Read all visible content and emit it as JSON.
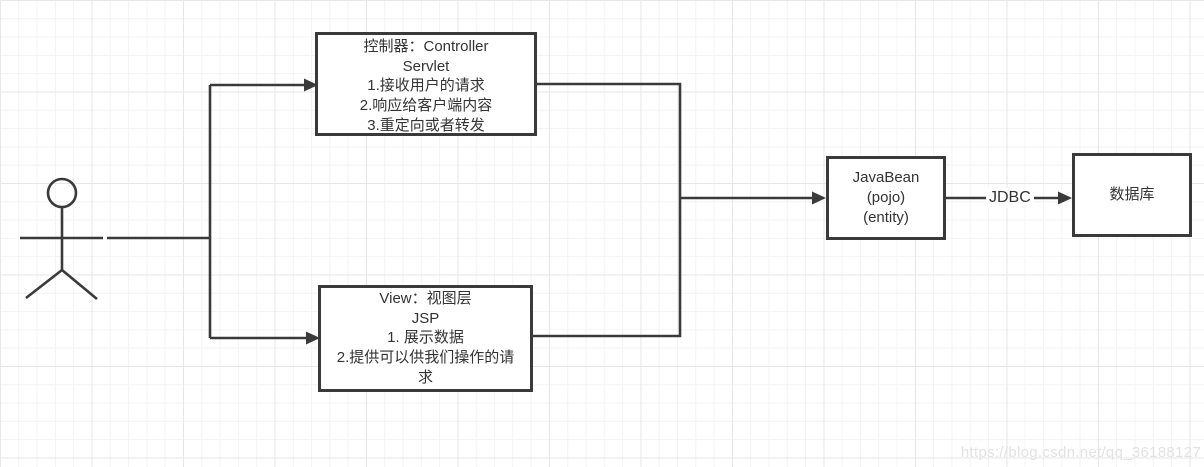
{
  "diagram": {
    "title_hint": "MVC architecture flow diagram",
    "actor": {
      "name": "user-stick-figure"
    },
    "nodes": {
      "controller": {
        "lines": [
          "控制器：Controller",
          "Servlet",
          "1.接收用户的请求",
          "2.响应给客户端内容",
          "3.重定向或者转发"
        ]
      },
      "view": {
        "lines": [
          "View：视图层",
          "JSP",
          "1. 展示数据",
          "2.提供可以供我们操作的请求"
        ]
      },
      "javabean": {
        "lines": [
          "JavaBean",
          "(pojo)",
          "(entity)"
        ]
      },
      "database": {
        "label": "数据库"
      }
    },
    "edges": {
      "jdbc_label": "JDBC"
    },
    "colors": {
      "stroke": "#3a3a3a",
      "text": "#333333",
      "background": "#ffffff",
      "grid_minor": "#f3f3f5",
      "grid_major": "#e7e7ea",
      "watermark": "#e2e2e2"
    }
  },
  "watermark": {
    "text": "https://blog.csdn.net/qq_36188127"
  }
}
